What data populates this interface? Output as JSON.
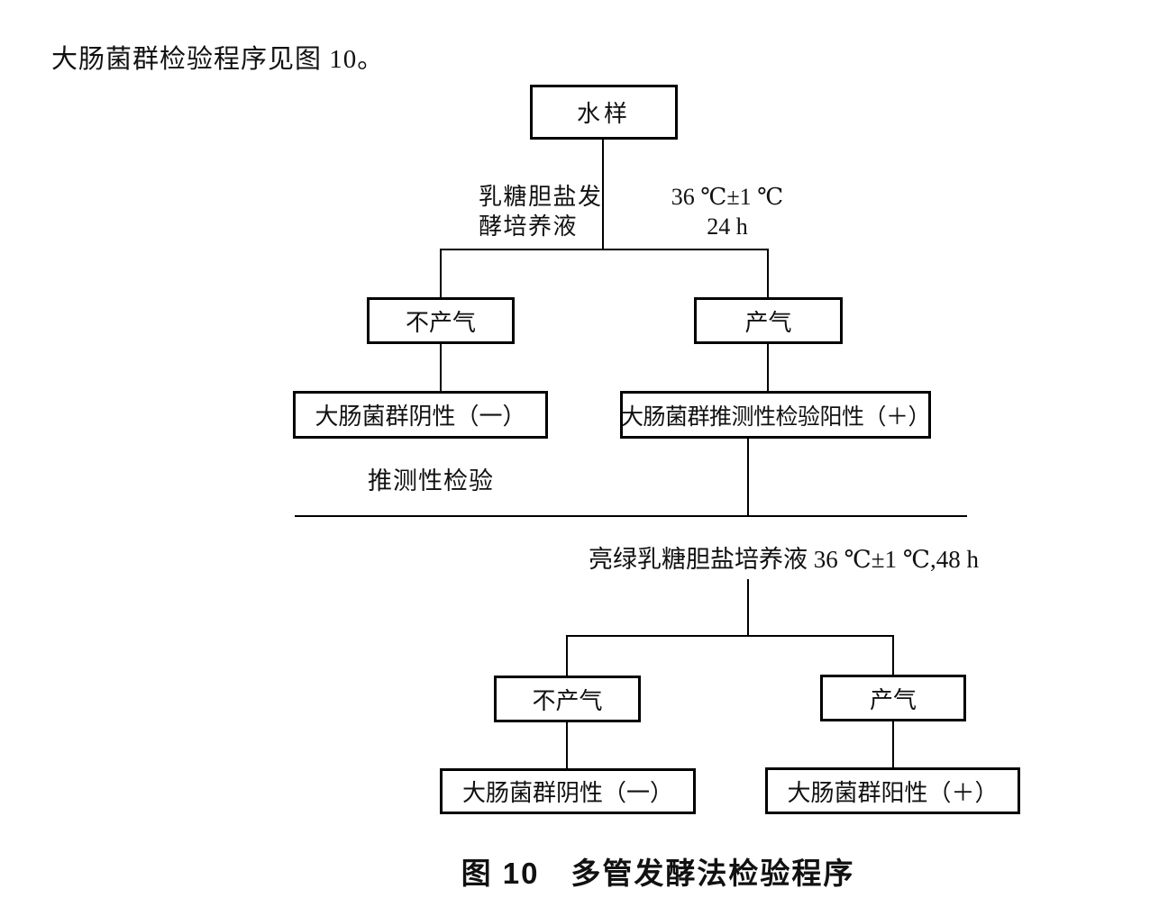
{
  "page": {
    "intro_text": "大肠菌群检验程序见图 10。",
    "caption": "图 10　多管发酵法检验程序"
  },
  "flowchart": {
    "nodes": {
      "water_sample": "水样",
      "no_gas_1": "不产气",
      "gas_1": "产气",
      "negative_1": "大肠菌群阴性（一）",
      "presumptive_positive": "大肠菌群推测性检验阳性（＋）",
      "no_gas_2": "不产气",
      "gas_2": "产气",
      "negative_2": "大肠菌群阴性（一）",
      "positive_2": "大肠菌群阳性（＋）"
    },
    "labels": {
      "medium_line1": "乳糖胆盐发",
      "medium_line2": "酵培养液",
      "condition_line1": "36 ℃±1 ℃",
      "condition_line2": "24 h",
      "stage_label": "推测性检验",
      "confirm_medium": "亮绿乳糖胆盐培养液 36 ℃±1 ℃,48 h"
    },
    "colors": {
      "line": "#000000",
      "background": "#ffffff",
      "text": "#111111"
    }
  }
}
